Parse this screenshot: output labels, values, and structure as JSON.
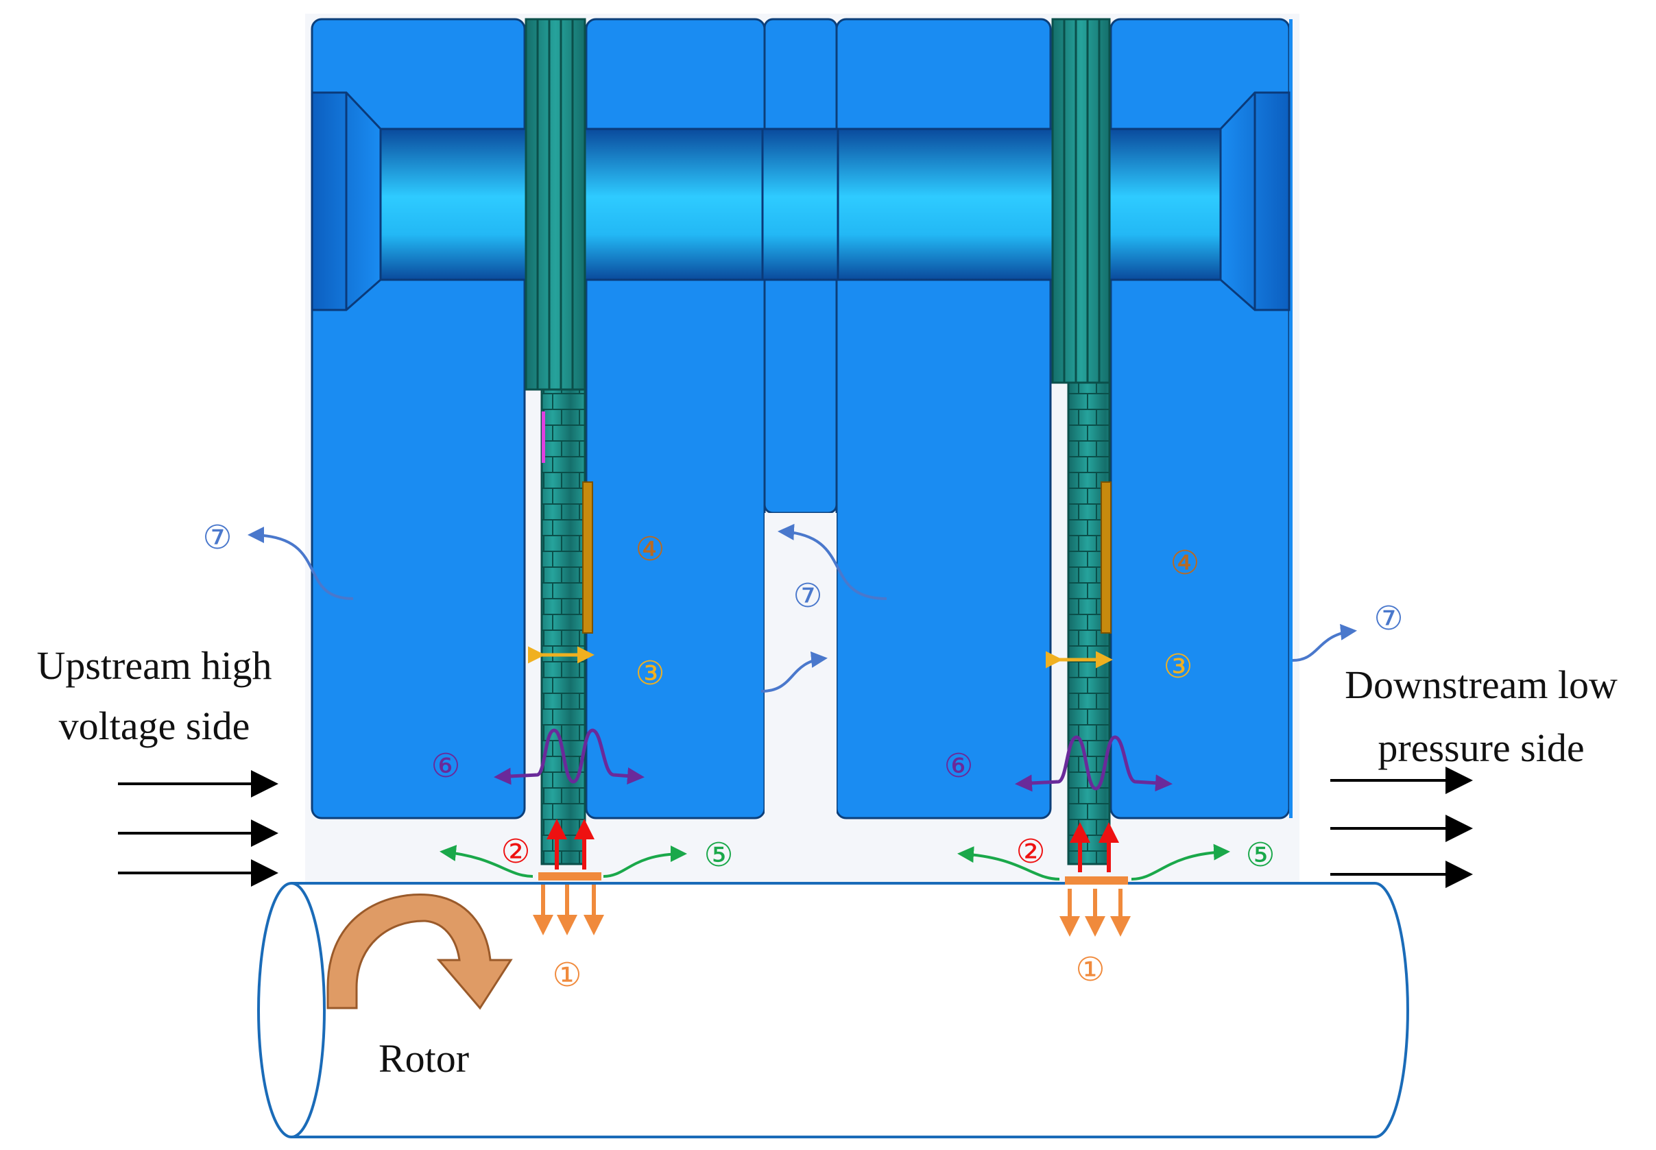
{
  "labels": {
    "upstream_line1": "Upstream high",
    "upstream_line2": "voltage side",
    "downstream_line1": "Downstream low",
    "downstream_line2": "pressure side",
    "rotor": "Rotor"
  },
  "markers": {
    "m1": "①",
    "m2": "②",
    "m3": "③",
    "m4": "④",
    "m5": "⑤",
    "m6": "⑥",
    "m7": "⑦"
  },
  "colors": {
    "seal_body": "#1a8cf2",
    "seal_edge": "#0c3f7a",
    "bore_light": "#2ecbff",
    "bore_dark": "#0a4a9c",
    "packing": "#1d8f8a",
    "packing_edge": "#0b4f4a",
    "rotor_outline": "#1a6bb8",
    "m1": "#f08a3c",
    "m2": "#ee1111",
    "m3": "#f0b020",
    "m4": "#b86a22",
    "m5": "#1aa84a",
    "m6": "#6a2a9a",
    "m7": "#4a78cc",
    "flow_arrow": "#000000",
    "rotation_arrow": "#c87a3a"
  }
}
